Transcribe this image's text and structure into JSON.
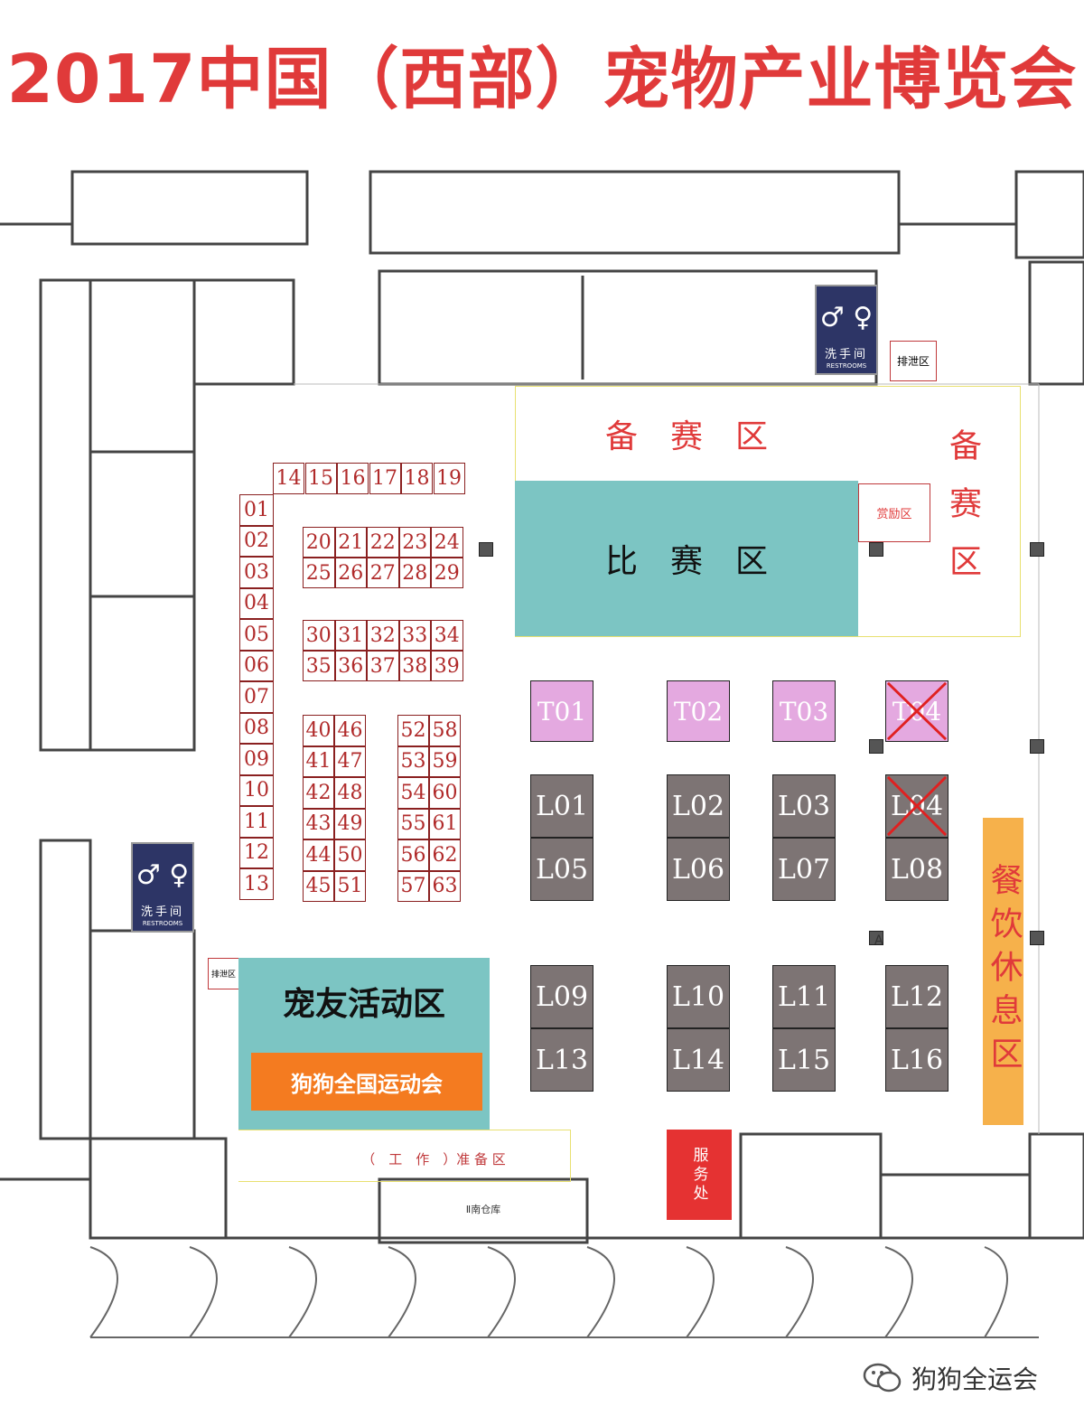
{
  "title": {
    "text": "2017中国（西部）宠物产业博览会",
    "color": "#e03a3a"
  },
  "colors": {
    "accent_red": "#e03a3a",
    "booth_text": "#b02a2a",
    "competition_fill": "#7cc5c3",
    "activity_fill": "#7cc5c3",
    "orange_fill": "#f47b20",
    "tbooth_fill": "#e4a9e0",
    "lbooth_fill": "#7d7474",
    "dining_fill": "#f6b14b",
    "service_fill": "#e53232",
    "wall": "#444444",
    "zone_border": "#e8e070"
  },
  "zones": {
    "prep_top": "备　赛　区",
    "prep_right": "备赛区",
    "competition": "比　赛　区",
    "reward": "赏励区",
    "drain_top": "排泄区",
    "drain_left": "排泄区",
    "activity": "宠友活动区",
    "dog_games": "狗狗全国运动会",
    "work_prep": "（　工　作　）准 备 区",
    "dining": "餐饮休息区",
    "service": "服务处",
    "warehouse": "Ⅱ南仓库",
    "pillar_tag": "A"
  },
  "restrooms": {
    "cn": "洗手间",
    "en": "RESTROOMS",
    "icon": "restroom-icon"
  },
  "booths": {
    "left_column": [
      "01",
      "02",
      "03",
      "04",
      "05",
      "06",
      "07",
      "08",
      "09",
      "10",
      "11",
      "12",
      "13"
    ],
    "top_row": [
      "14",
      "15",
      "16",
      "17",
      "18",
      "19"
    ],
    "grid_20_29": [
      "20",
      "21",
      "22",
      "23",
      "24",
      "25",
      "26",
      "27",
      "28",
      "29"
    ],
    "grid_30_39": [
      "30",
      "31",
      "32",
      "33",
      "34",
      "35",
      "36",
      "37",
      "38",
      "39"
    ],
    "col_40_45": [
      "40",
      "41",
      "42",
      "43",
      "44",
      "45"
    ],
    "col_46_51": [
      "46",
      "47",
      "48",
      "49",
      "50",
      "51"
    ],
    "col_52_57": [
      "52",
      "53",
      "54",
      "55",
      "56",
      "57"
    ],
    "col_58_63": [
      "58",
      "59",
      "60",
      "61",
      "62",
      "63"
    ],
    "t_booths": [
      {
        "id": "T01",
        "crossed": false
      },
      {
        "id": "T02",
        "crossed": false
      },
      {
        "id": "T03",
        "crossed": false
      },
      {
        "id": "T04",
        "crossed": true
      }
    ],
    "l_booths": [
      {
        "id": "L01",
        "crossed": false
      },
      {
        "id": "L02",
        "crossed": false
      },
      {
        "id": "L03",
        "crossed": false
      },
      {
        "id": "L04",
        "crossed": true
      },
      {
        "id": "L05",
        "crossed": false
      },
      {
        "id": "L06",
        "crossed": false
      },
      {
        "id": "L07",
        "crossed": false
      },
      {
        "id": "L08",
        "crossed": false
      },
      {
        "id": "L09",
        "crossed": false
      },
      {
        "id": "L10",
        "crossed": false
      },
      {
        "id": "L11",
        "crossed": false
      },
      {
        "id": "L12",
        "crossed": false
      },
      {
        "id": "L13",
        "crossed": false
      },
      {
        "id": "L14",
        "crossed": false
      },
      {
        "id": "L15",
        "crossed": false
      },
      {
        "id": "L16",
        "crossed": false
      }
    ]
  },
  "watermark": {
    "text": "狗狗全运会",
    "icon": "wechat-icon"
  }
}
